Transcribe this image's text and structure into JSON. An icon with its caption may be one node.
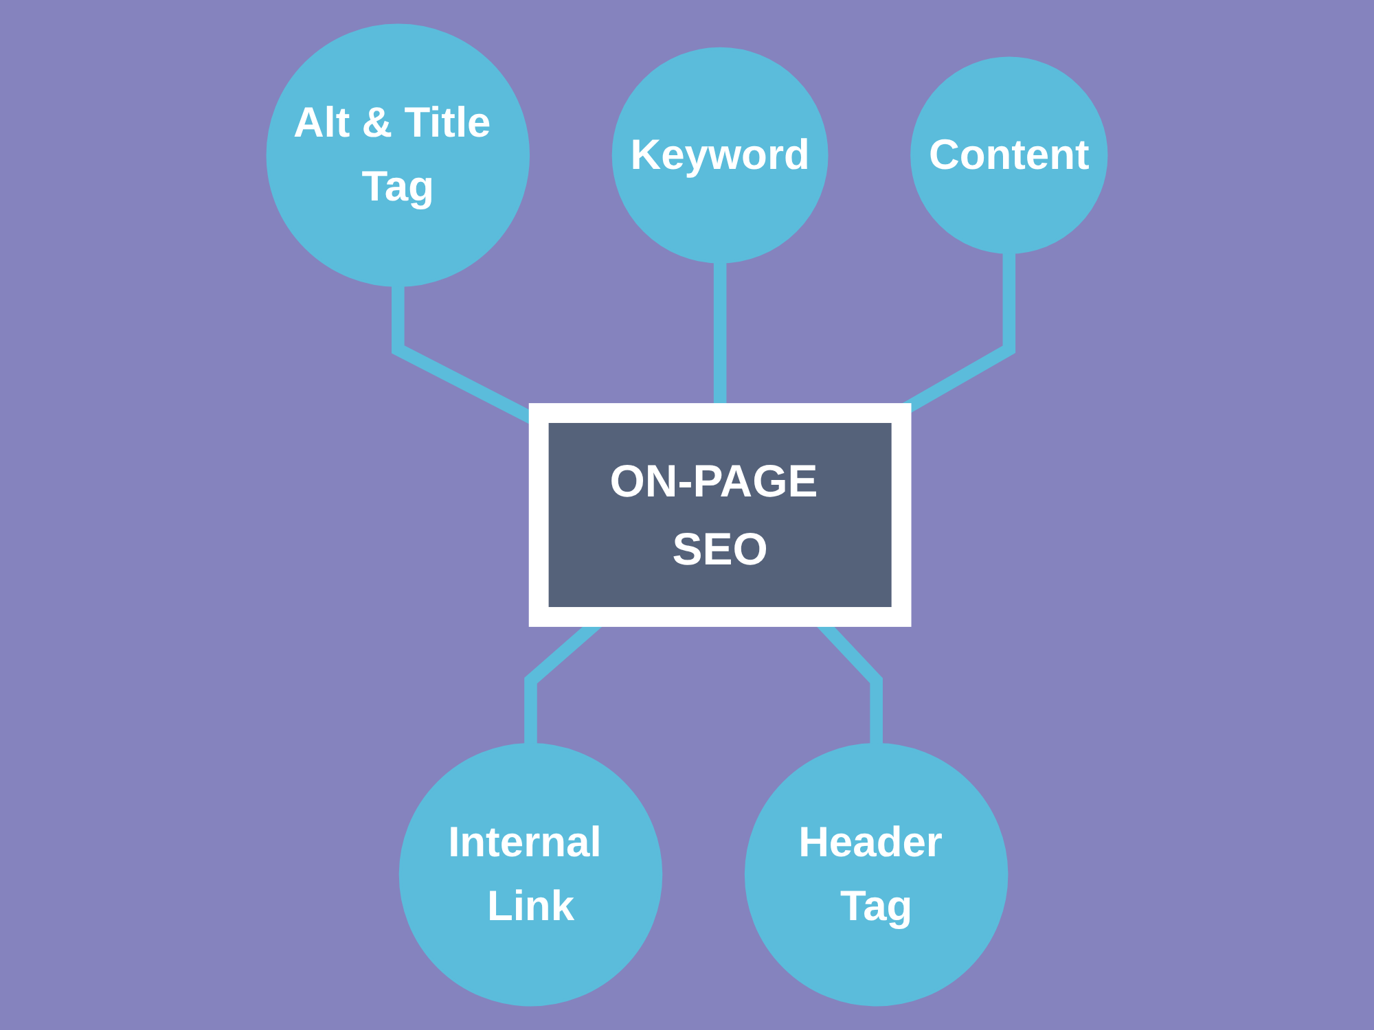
{
  "diagram": {
    "nodes": [
      {
        "text": [
          "Alt & Title Tag"
        ]
      },
      {
        "text": [
          "Keyword"
        ]
      },
      {
        "text": [
          "Content"
        ]
      },
      {
        "text": [
          "ON-PAGE SEO"
        ]
      },
      {
        "text": [
          "Internal Link"
        ]
      },
      {
        "text": [
          "Header Tag"
        ]
      }
    ],
    "edges": [
      {
        "from": 0,
        "to": 3,
        "arrow": "none"
      },
      {
        "from": 1,
        "to": 3,
        "arrow": "none"
      },
      {
        "from": 2,
        "to": 3,
        "arrow": "none"
      },
      {
        "from": 3,
        "to": 4,
        "arrow": "none"
      },
      {
        "from": 3,
        "to": 5,
        "arrow": "none"
      }
    ]
  }
}
